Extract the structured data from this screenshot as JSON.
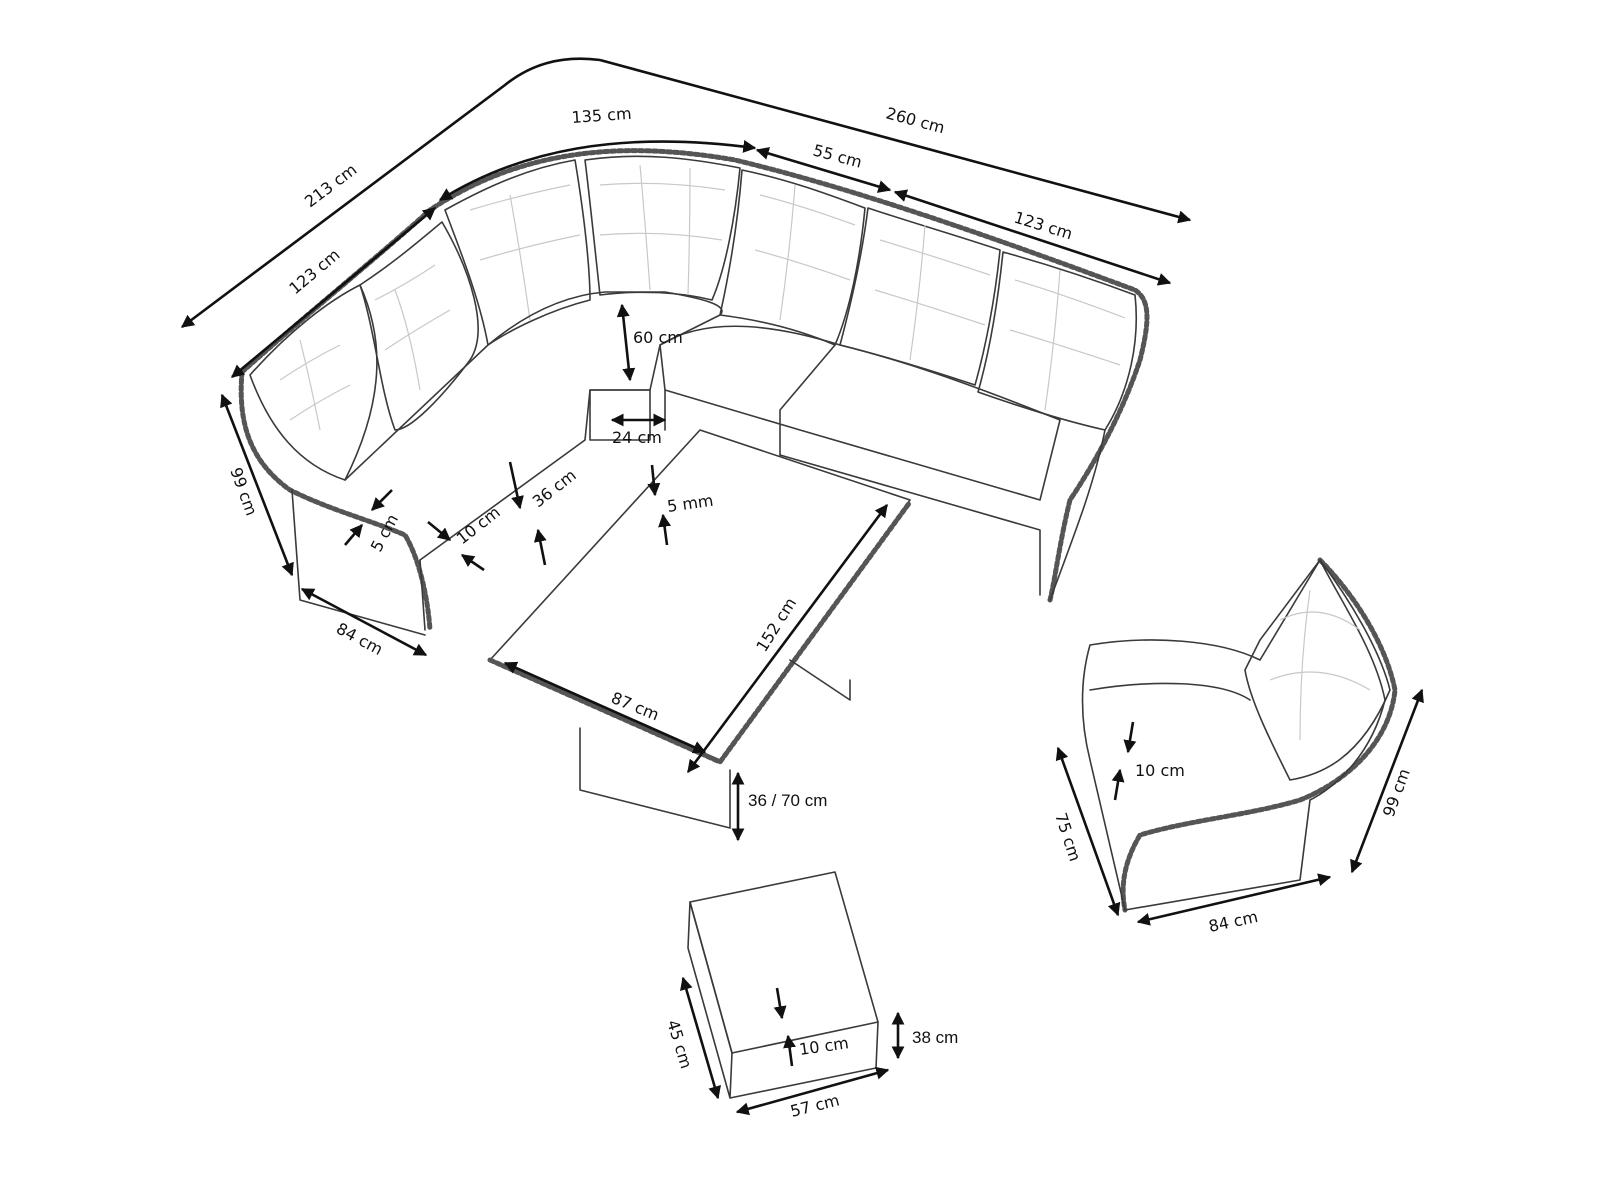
{
  "dimensions": {
    "sofa_overall_left": "213 cm",
    "sofa_overall_right": "260 cm",
    "sofa_corner_inner": "135 cm",
    "sofa_left_section": "123 cm",
    "sofa_middle_section": "55 cm",
    "sofa_right_section": "123 cm",
    "sofa_corner_seat_depth": "60 cm",
    "corner_gap": "24 cm",
    "sofa_height": "99 cm",
    "sofa_depth": "84 cm",
    "armrest_width": "5 cm",
    "seat_cushion": "10 cm",
    "seat_height": "36 cm",
    "table_top_thickness": "5 mm",
    "table_length": "152 cm",
    "table_width": "87 cm",
    "table_height": "36 / 70 cm",
    "chair_cushion": "10 cm",
    "chair_width_depth": "75 cm",
    "chair_width": "84 cm",
    "chair_height": "99 cm",
    "stool_cushion": "10 cm",
    "stool_height": "38 cm",
    "stool_depth": "45 cm",
    "stool_width": "57 cm"
  }
}
